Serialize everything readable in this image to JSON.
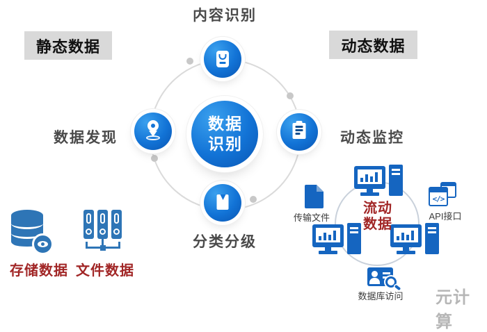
{
  "colors": {
    "node_blue_light": "#3aa0ee",
    "node_blue": "#1273d6",
    "node_blue_dark": "#0a55b2",
    "icon_blue": "#2e75b6",
    "ui_blue": "#1565c0",
    "line_blue": "#0e4d8f",
    "red_text": "#a12626",
    "box_gray": "#d9d9d9",
    "label_dark": "#4a4a4a",
    "small_label": "#3c3c3c",
    "ring_gray": "#dadada",
    "flow_ring": "#c9d1db",
    "watermark_gray": "#b6b6b6"
  },
  "banners": {
    "static_label": "静态数据",
    "dynamic_label": "动态数据"
  },
  "hub": {
    "center_line1": "数据",
    "center_line2": "识别",
    "top_label": "内容识别",
    "left_label": "数据发现",
    "right_label": "动态监控",
    "bottom_label": "分类分级"
  },
  "static_group": {
    "storage_label": "存储数据",
    "files_label": "文件数据"
  },
  "flow_group": {
    "center_line1": "流动",
    "center_line2": "数据",
    "transfer_label": "传输文件",
    "api_label": "API接口",
    "db_label": "数据库访问",
    "code_glyph": "</>"
  },
  "watermark": "元计算"
}
